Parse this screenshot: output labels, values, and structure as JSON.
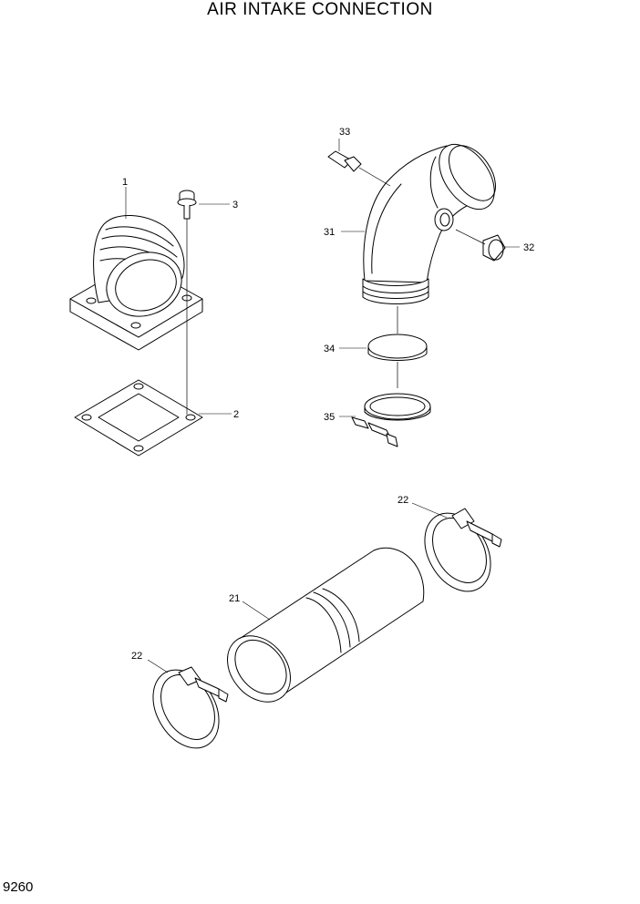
{
  "title": "AIR INTAKE CONNECTION",
  "page_number": "9260",
  "callouts": {
    "p1": "1",
    "p2": "2",
    "p3": "3",
    "p21": "21",
    "p22a": "22",
    "p22b": "22",
    "p31": "31",
    "p32": "32",
    "p33": "33",
    "p34": "34",
    "p35": "35"
  }
}
